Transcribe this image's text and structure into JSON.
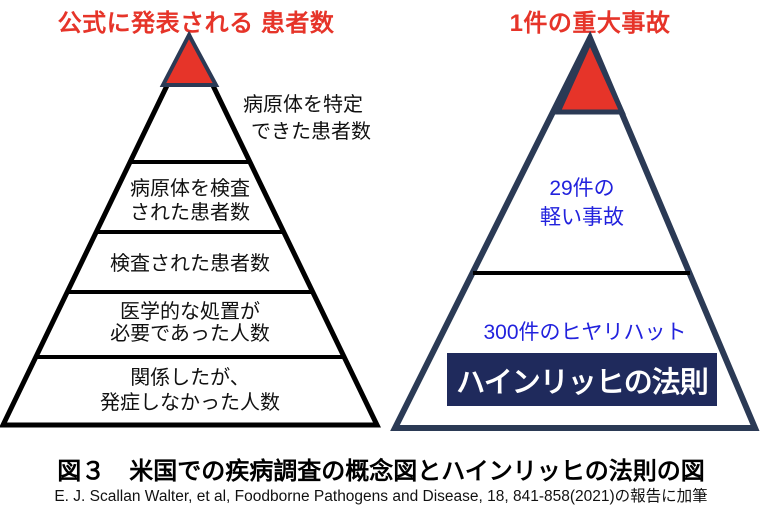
{
  "colors": {
    "red": "#e63429",
    "navy": "#2b3a55",
    "navy_box": "#1f2a5c",
    "blue": "#2222dd"
  },
  "left_pyramid": {
    "title": "公式に発表される 患者数",
    "outside_label": {
      "line1": "病原体を特定",
      "line2": "できた患者数"
    },
    "layers": [
      {
        "line1": "病原体を検査",
        "line2": "された患者数"
      },
      {
        "line1": "検査された患者数",
        "line2": ""
      },
      {
        "line1": "医学的な処置が",
        "line2": "必要であった人数"
      },
      {
        "line1": "関係したが、",
        "line2": "発症しなかった人数"
      }
    ]
  },
  "right_pyramid": {
    "title": "1件の重大事故",
    "layer1": {
      "line1": "29件の",
      "line2": "軽い事故"
    },
    "layer2": "300件のヒヤリハット",
    "law_box": "ハインリッヒの法則"
  },
  "caption": {
    "title": "図３　米国での疾病調査の概念図とハインリッヒの法則の図",
    "source": "E. J. Scallan Walter, et al, Foodborne Pathogens and Disease, 18, 841-858(2021)の報告に加筆"
  }
}
